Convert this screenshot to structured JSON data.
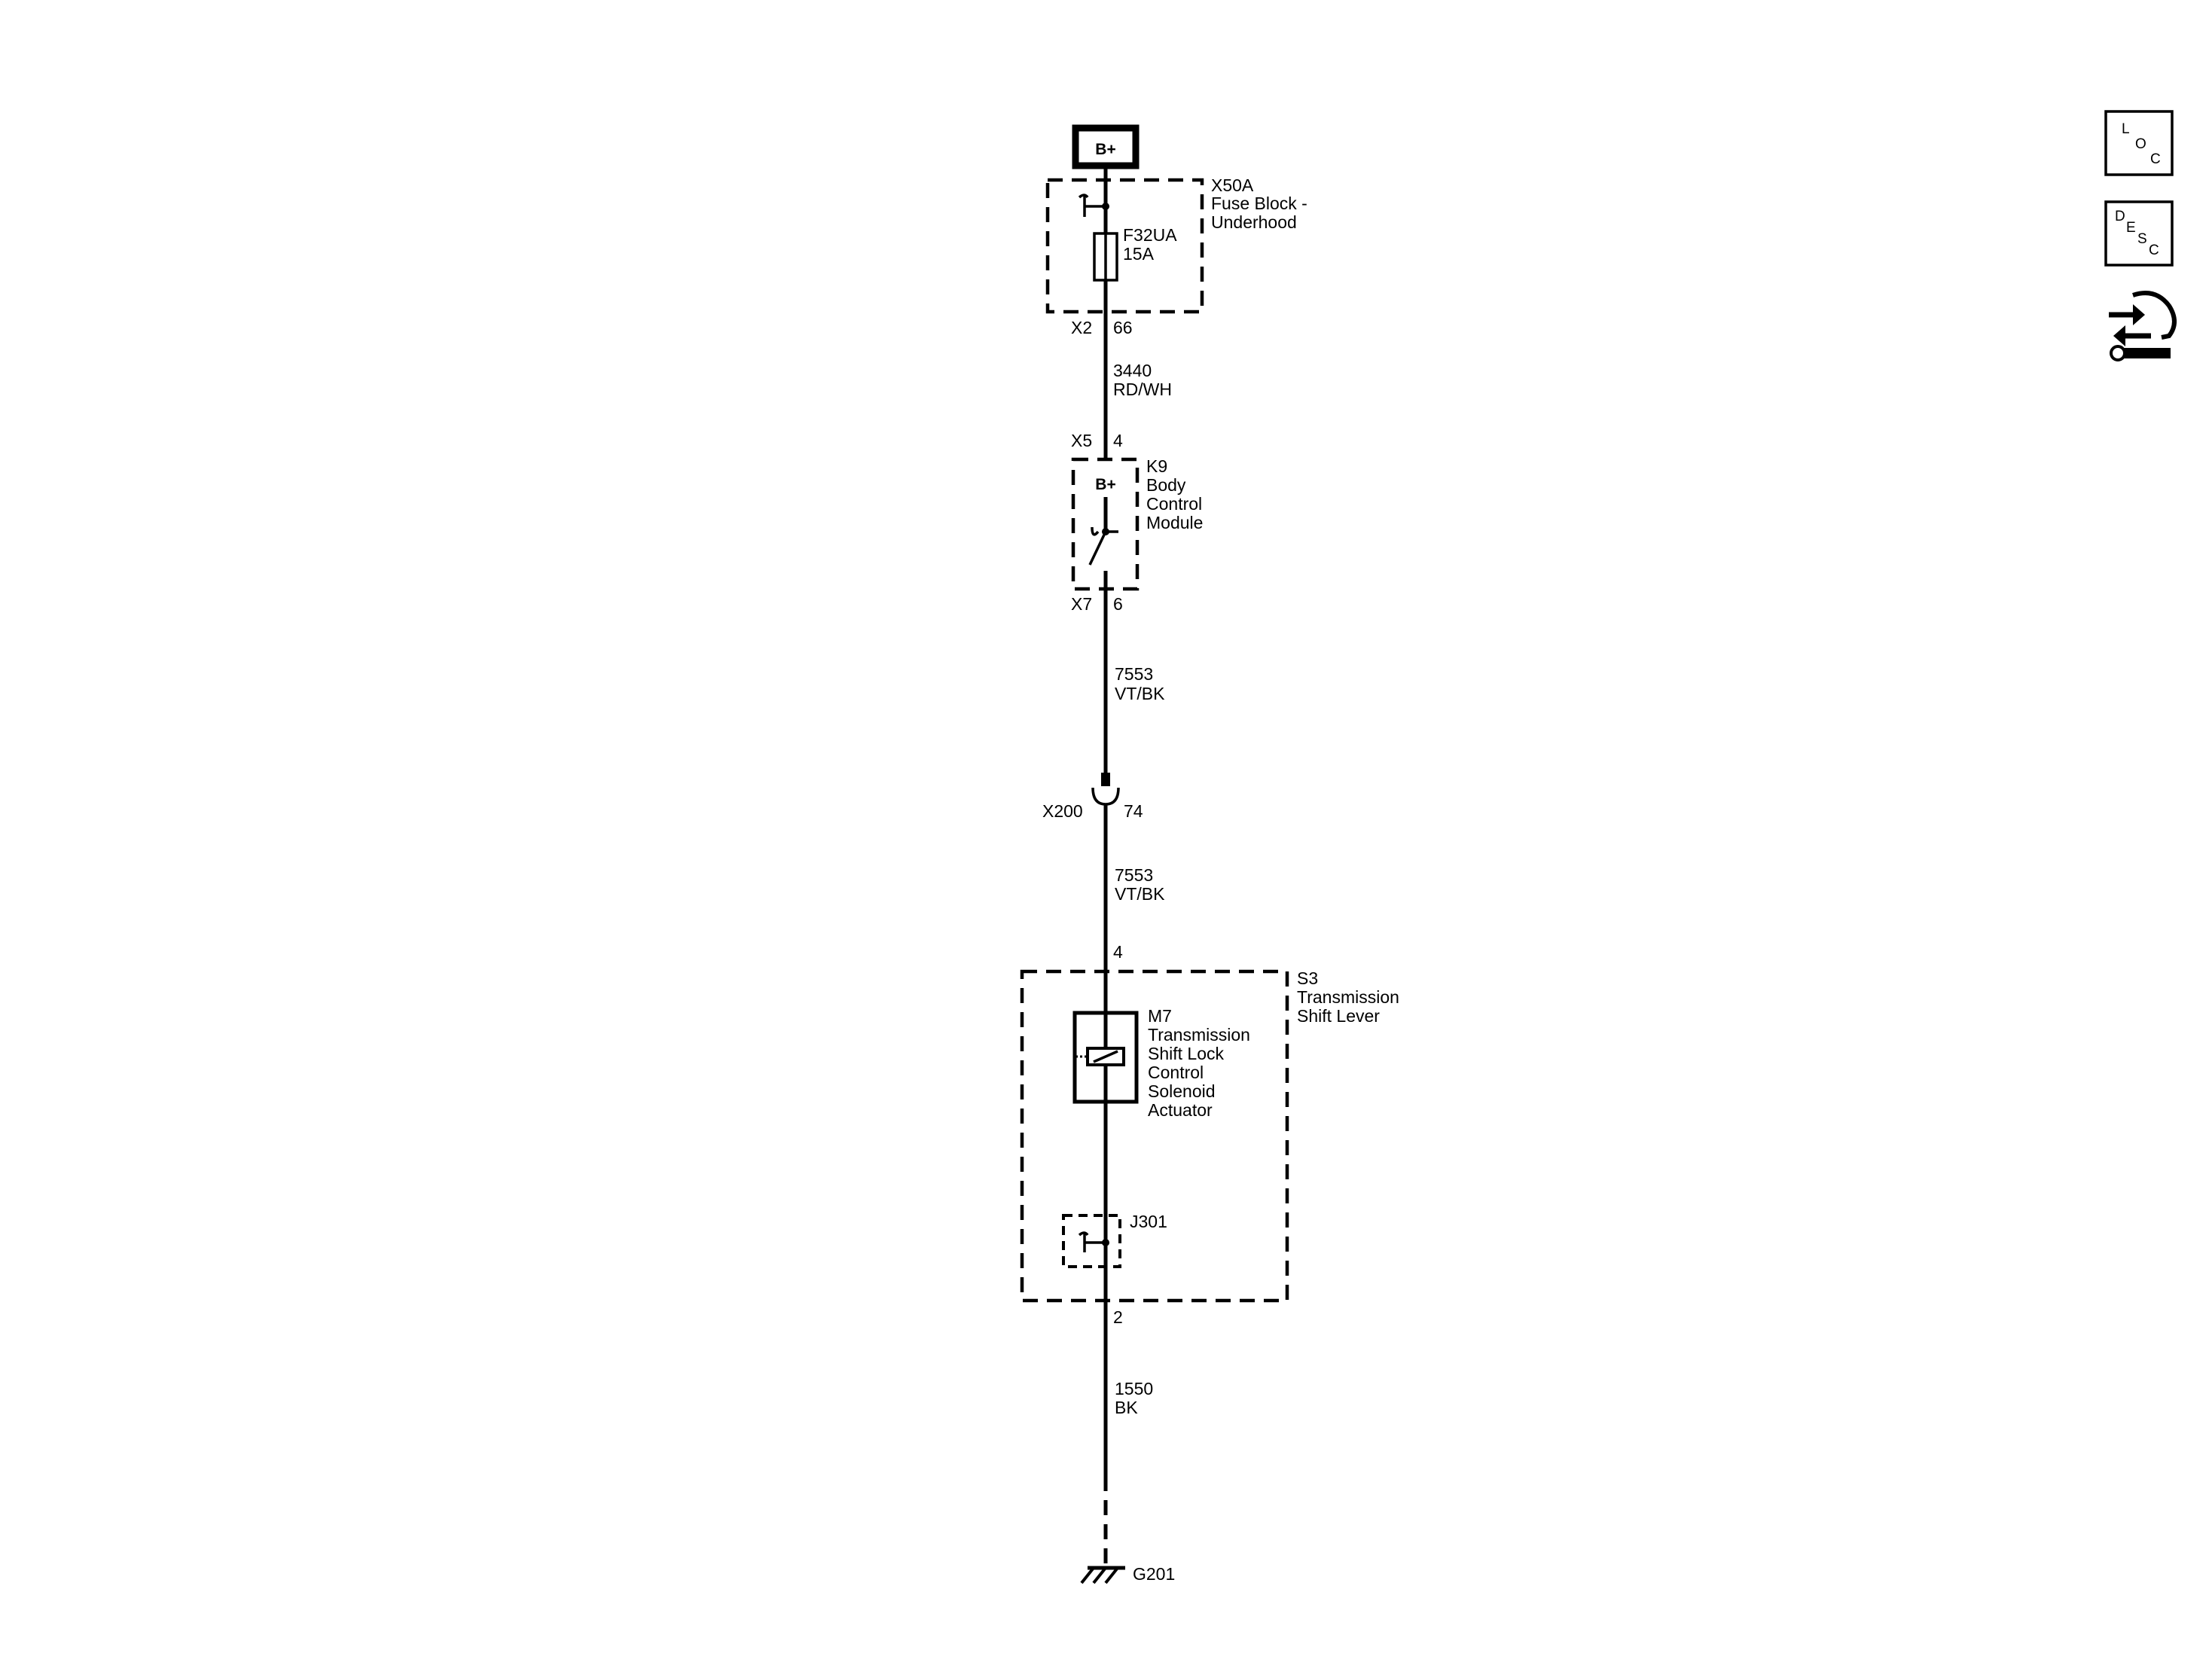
{
  "power": {
    "label": "B+"
  },
  "fuse_block": {
    "id": "X50A",
    "name_line1": "Fuse Block -",
    "name_line2": "Underhood",
    "fuse_id": "F32UA",
    "fuse_rating": "15A",
    "connector": "X2",
    "pin": "66"
  },
  "wire1": {
    "circuit": "3440",
    "color": "RD/WH"
  },
  "bcm": {
    "id": "K9",
    "name_line1": "Body",
    "name_line2": "Control",
    "name_line3": "Module",
    "supply_label": "B+",
    "in_connector": "X5",
    "in_pin": "4",
    "out_connector": "X7",
    "out_pin": "6"
  },
  "wire2": {
    "circuit": "7553",
    "color": "VT/BK"
  },
  "inline_connector": {
    "id": "X200",
    "pin": "74"
  },
  "wire3": {
    "circuit": "7553",
    "color": "VT/BK"
  },
  "shift_lever": {
    "id": "S3",
    "name_line1": "Transmission",
    "name_line2": "Shift Lever",
    "in_pin": "4",
    "out_pin": "2"
  },
  "solenoid": {
    "id": "M7",
    "name_line1": "Transmission",
    "name_line2": "Shift Lock",
    "name_line3": "Control",
    "name_line4": "Solenoid",
    "name_line5": "Actuator"
  },
  "jumper": {
    "id": "J301"
  },
  "wire4": {
    "circuit": "1550",
    "color": "BK"
  },
  "ground": {
    "id": "G201"
  },
  "side_buttons": {
    "loc": {
      "l1": "L",
      "l2": "O",
      "l3": "C"
    },
    "desc": {
      "l1": "D",
      "l2": "E",
      "l3": "S",
      "l4": "C"
    },
    "tool_icon": "tool-icon"
  }
}
